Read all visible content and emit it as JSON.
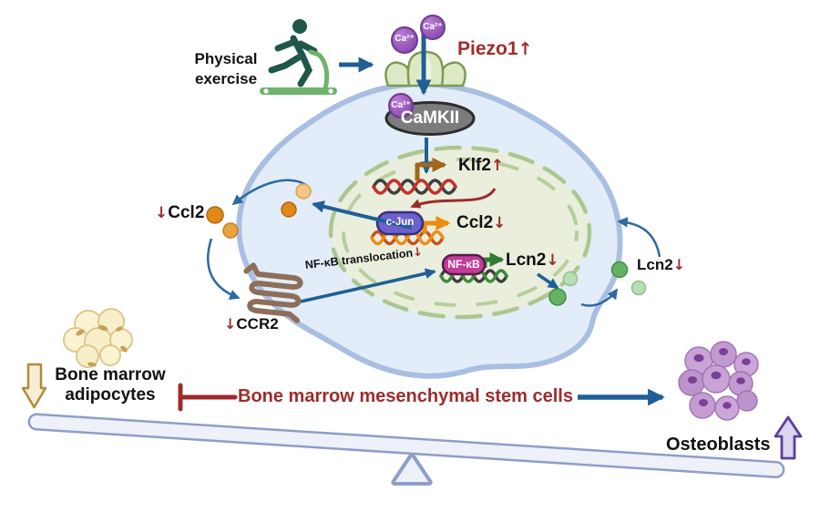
{
  "pathway": {
    "physical_exercise": "Physical exercise",
    "piezo1": {
      "text": "Piezo1",
      "dir": "↑"
    },
    "ca_ion": "Ca²⁺",
    "camkii": "CaMKII",
    "klf2": {
      "text": "Klf2",
      "dir": "↑"
    },
    "cjun": "c-Jun",
    "ccl2_gene": {
      "text": "Ccl2",
      "dir": "↓"
    },
    "ccl2_secreted": {
      "dir": "↓",
      "text": "Ccl2"
    },
    "ccr2": {
      "dir": "↓",
      "text": "CCR2"
    },
    "nfkb_translocation": {
      "text": "NF-κB translocation",
      "dir": "↓"
    },
    "nfkb": "NF-κB",
    "lcn2_gene": {
      "text": "Lcn2",
      "dir": "↓"
    },
    "lcn2_secreted": {
      "text": "Lcn2",
      "dir": "↓"
    }
  },
  "balance": {
    "adipocytes": "Bone marrow adipocytes",
    "bmsc": "Bone marrow mesenchymal stem cells",
    "osteoblasts": "Osteoblasts"
  },
  "colors": {
    "accent_red": "#9e2b2b",
    "arrow_blue": "#1f5f96",
    "cell_fill": "#e2edf9",
    "cell_border": "#a9bfe2",
    "nucleus_fill": "#e9eedd",
    "nucleus_border": "#abc78f",
    "ca_purple": "#9553b8",
    "camkii_gray": "#7c7c7c",
    "cjun_purple": "#6e60cf",
    "nfkb_magenta": "#c23d99",
    "ccl2_orange": "#e0891b",
    "lcn2_green": "#63b363",
    "ccr2_brown": "#8d6e59",
    "klf2_brown": "#a2661c",
    "adipocyte_cream": "#faf3d2",
    "osteoblast_purple": "#c9a2d6"
  }
}
